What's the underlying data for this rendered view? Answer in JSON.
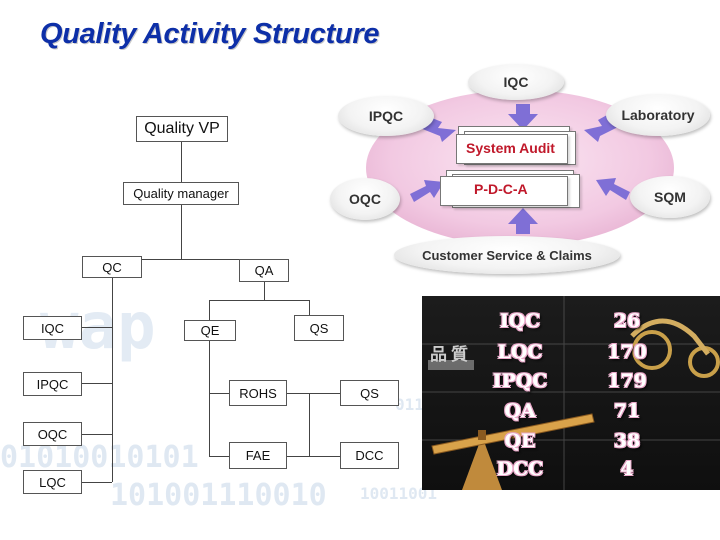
{
  "title": "Quality Activity Structure",
  "org_chart": {
    "vp": "Quality VP",
    "manager": "Quality manager",
    "qc": "QC",
    "qa": "QA",
    "qc_children": [
      "IQC",
      "IPQC",
      "OQC",
      "LQC"
    ],
    "qe": "QE",
    "qs_top": "QS",
    "qe_children": [
      "ROHS",
      "FAE"
    ],
    "qe_children_right": [
      "QS",
      "DCC"
    ]
  },
  "cycle": {
    "top": "IQC",
    "upper_left": "IPQC",
    "upper_right": "Laboratory",
    "lower_left": "OQC",
    "lower_right": "SQM",
    "bottom": "Customer Service & Claims",
    "center_top": "System Audit",
    "center_bottom": "P-D-C-A",
    "colors": {
      "ellipse": "#f2c9e2",
      "arrow": "#7f6fd6",
      "center_text": "#c0182a"
    }
  },
  "stats": {
    "rows": [
      {
        "label": "IQC",
        "value": "26"
      },
      {
        "label": "LQC",
        "value": "170"
      },
      {
        "label": "IPQC",
        "value": "179"
      },
      {
        "label": "QA",
        "value": "71"
      },
      {
        "label": "QE",
        "value": "38"
      },
      {
        "label": "DCC",
        "value": "4"
      }
    ],
    "logo_text": "品質"
  }
}
